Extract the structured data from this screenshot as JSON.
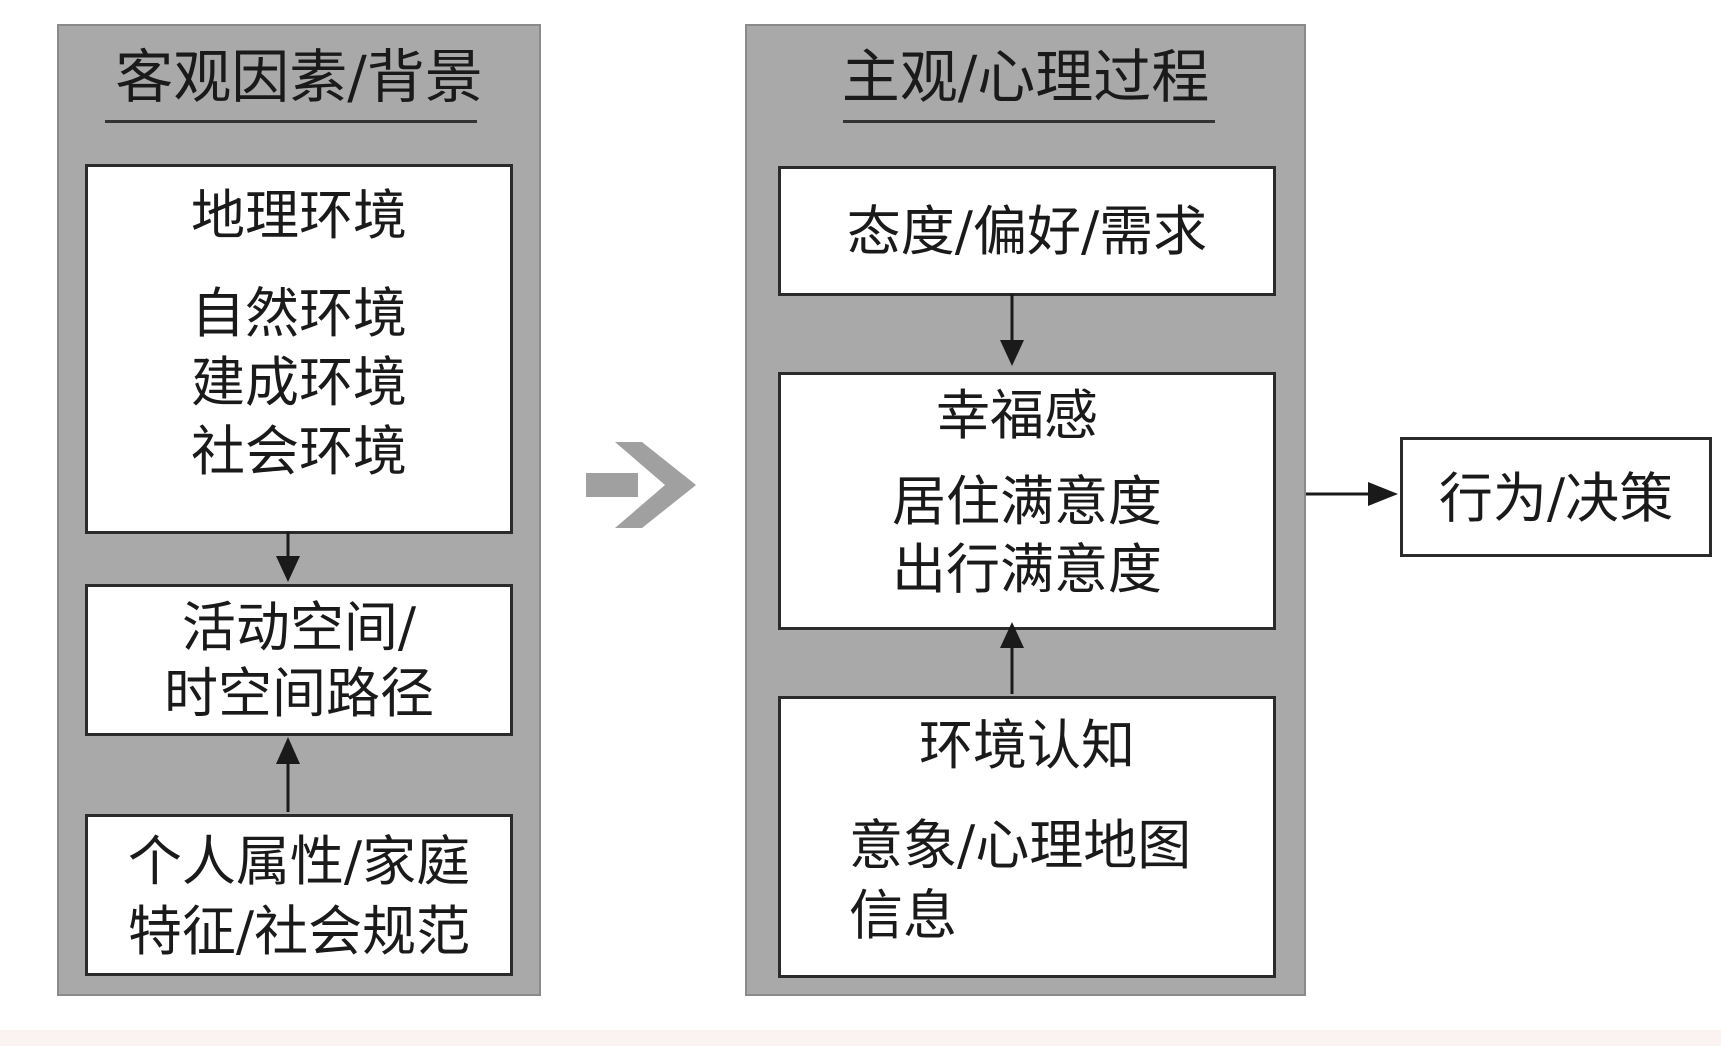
{
  "left_panel": {
    "title": "客观因素/背景",
    "geo_box": {
      "heading": "地理环境",
      "items": [
        "自然环境",
        "建成环境",
        "社会环境"
      ]
    },
    "activity_box": {
      "lines": [
        "活动空间/",
        "时空间路径"
      ]
    },
    "personal_box": {
      "lines": [
        "个人属性/家庭",
        "特征/社会规范"
      ]
    }
  },
  "right_panel": {
    "title": "主观/心理过程",
    "attitude_box": {
      "text": "态度/偏好/需求"
    },
    "wellbeing_box": {
      "heading": "幸福感",
      "items": [
        "居住满意度",
        "出行满意度"
      ]
    },
    "cognition_box": {
      "heading": "环境认知",
      "items": [
        "意象/心理地图",
        "信息"
      ]
    }
  },
  "outcome_box": {
    "text": "行为/决策"
  },
  "colors": {
    "panel_fill": "#a9a9a9",
    "big_arrow": "#a0a0a0",
    "line": "#1a1a1a"
  }
}
